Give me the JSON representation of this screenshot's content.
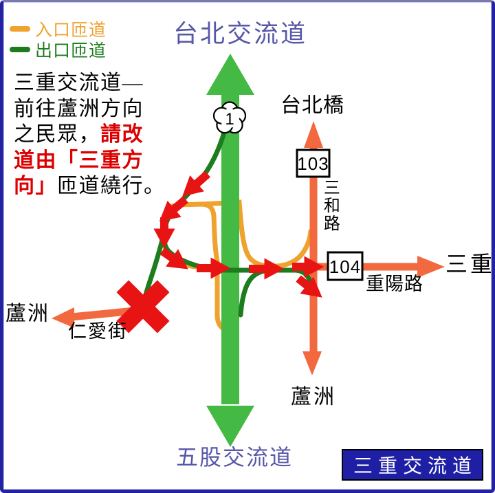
{
  "legend": {
    "entrance_label": "入口匝道",
    "exit_label": "出口匝道",
    "entrance_color": "#EFA22E",
    "exit_color": "#1D7C1D"
  },
  "advisory": {
    "line1": "三重交流道—",
    "line2": "前往蘆洲方向",
    "line3_black": "之民眾，",
    "line3_red": "請改",
    "line4_red": "道由「三重方",
    "line5_red": "向」",
    "line5_black": "匝道繞行。",
    "red_color": "#DD0000"
  },
  "labels": {
    "top_interchange": "台北交流道",
    "bottom_interchange": "五股交流道",
    "taipei_bridge": "台北橋",
    "sanchong": "三重",
    "luzhou_right": "蘆洲",
    "luzhou_left": "蘆洲",
    "sanhe_road": "三和路",
    "chongyang_road": "重陽路",
    "renai_street": "仁愛街",
    "label_blue_color": "#5757A9"
  },
  "route_markers": {
    "highway_number": "1",
    "route_103": "103",
    "route_104": "104"
  },
  "title_box": {
    "text": "三重交流道",
    "bg_color": "#1F1FA6",
    "text_color": "#FFFFFF"
  },
  "colors": {
    "freeway_green": "#44B944",
    "exit_ramp_green": "#1D7C1D",
    "entrance_ramp_amber": "#EFA22E",
    "road_coral": "#F2693F",
    "alert_red": "#E81313",
    "frame_blue": "#2222A2"
  }
}
